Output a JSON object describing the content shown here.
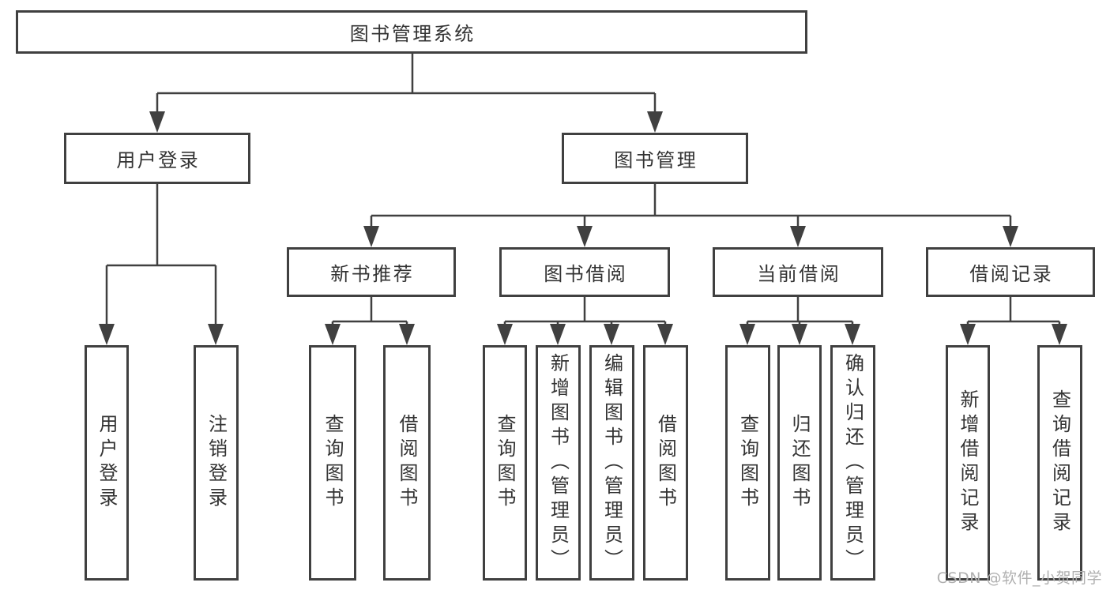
{
  "nodes": {
    "root": "图书管理系统",
    "user_login": "用户登录",
    "book_management": "图书管理",
    "new_book_recommend": "新书推荐",
    "book_borrowing": "图书借阅",
    "current_borrowing": "当前借阅",
    "borrowing_records": "借阅记录",
    "leaf_user_login": "用户登录",
    "leaf_logout": "注销登录",
    "rec_query_books": "查询图书",
    "rec_borrow_books": "借阅图书",
    "bb_query_books": "查询图书",
    "bb_add_books_admin": "新增图书（管理员）",
    "bb_edit_books_admin": "编辑图书（管理员）",
    "bb_borrow_books": "借阅图书",
    "cb_query_books": "查询图书",
    "cb_return_books": "归还图书",
    "cb_confirm_return_admin": "确认归还（管理员）",
    "br_add_record": "新增借阅记录",
    "br_query_record": "查询借阅记录"
  },
  "watermark": {
    "text": "CSDN @软件_小贺同学"
  },
  "colors": {
    "line": "#404040",
    "text": "#333333",
    "watermark": "#b0b0b0",
    "background": "#ffffff"
  }
}
